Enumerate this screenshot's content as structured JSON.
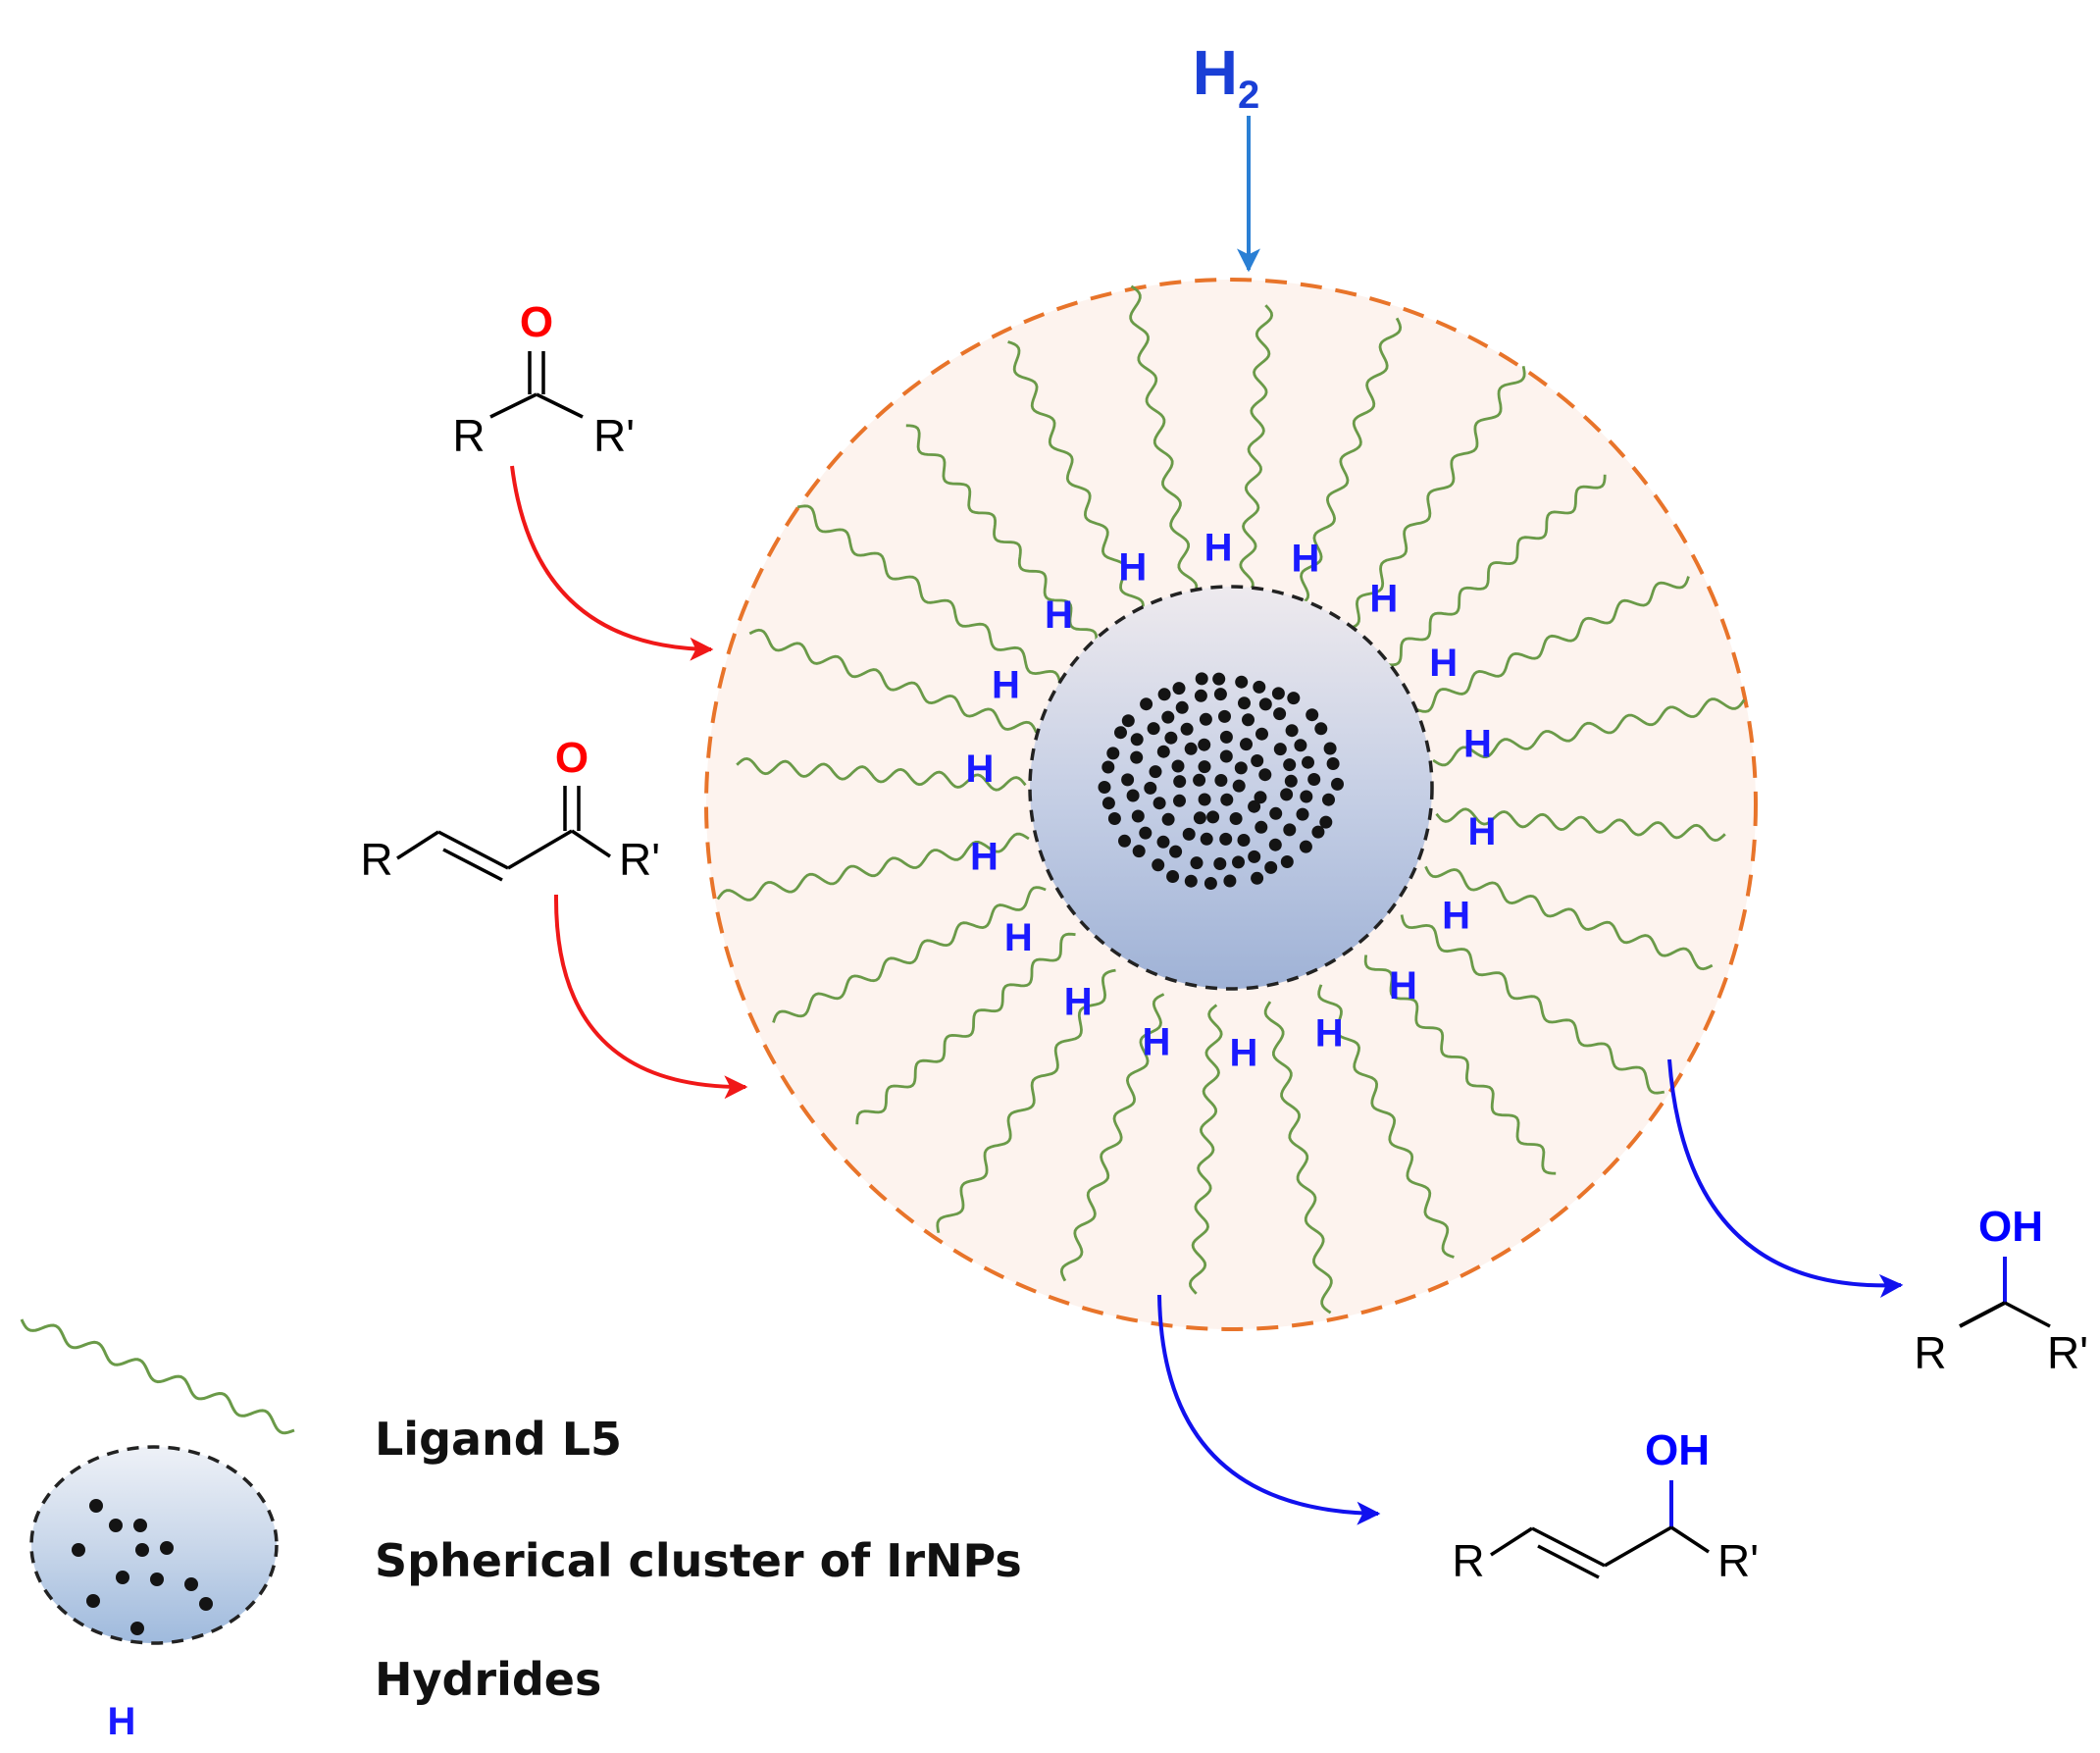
{
  "h2": {
    "main": "H",
    "sub": "2"
  },
  "reactant_ketone": {
    "o": "O",
    "r": "R",
    "r2": "R'"
  },
  "reactant_enone": {
    "o": "O",
    "r": "R",
    "r2": "R'"
  },
  "product_alcohol": {
    "oh": "OH",
    "r": "R",
    "r2": "R'"
  },
  "product_allylic_alcohol": {
    "oh": "OH",
    "r": "R",
    "r2": "R'"
  },
  "hydride_label": "H",
  "legend": {
    "ligand": "Ligand L5",
    "cluster": "Spherical cluster of IrNPs",
    "hydrides": "Hydrides",
    "hydride_symbol": "H"
  },
  "colors": {
    "shell_fill": "#fdf3ee",
    "shell_stroke": "#e8742a",
    "ligand": "#6a9a48",
    "hydride": "#1a1aff",
    "reactant_arrow": "#f01818",
    "product_arrow": "#1111ee",
    "h2_arrow": "#2a7fd4",
    "oxygen": "#ff0000"
  }
}
